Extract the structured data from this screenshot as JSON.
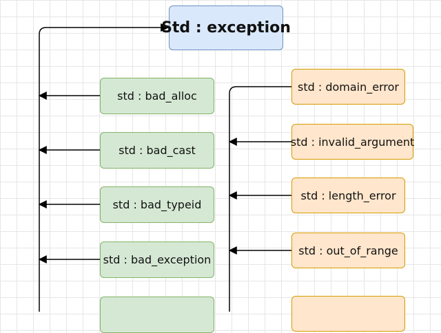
{
  "diagram": {
    "root": {
      "label": "Std : exception"
    },
    "left_nodes": [
      {
        "label": "std : bad_alloc"
      },
      {
        "label": "std : bad_cast"
      },
      {
        "label": "std : bad_typeid"
      },
      {
        "label": "std : bad_exception"
      },
      {
        "label": ""
      }
    ],
    "right_nodes": [
      {
        "label": "std : domain_error"
      },
      {
        "label": "std : invalid_argument"
      },
      {
        "label": "std : length_error"
      },
      {
        "label": "std : out_of_range"
      },
      {
        "label": ""
      }
    ],
    "colors": {
      "root_fill": "#dae8fc",
      "root_stroke": "#6c8ebf",
      "left_fill": "#d5e8d4",
      "left_stroke": "#82b366",
      "right_fill": "#ffe6cc",
      "right_stroke": "#d79b00",
      "connector": "#000000"
    }
  }
}
